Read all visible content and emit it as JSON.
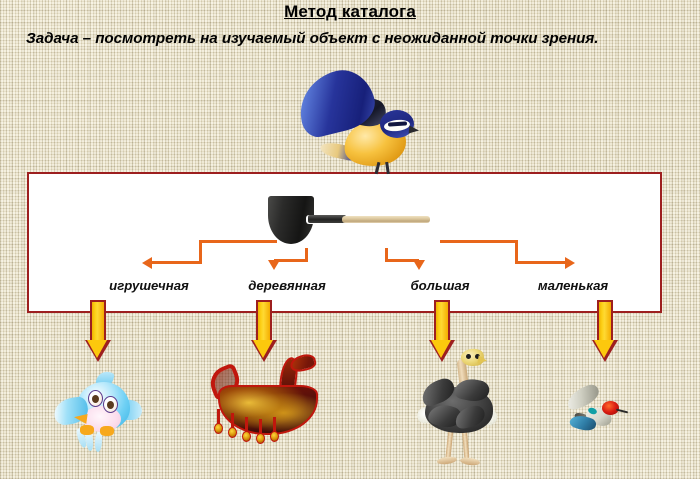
{
  "slide": {
    "title": "Метод каталога",
    "subtitle": "Задача – посмотреть на изучаемый объект с неожиданной точки зрения.",
    "background": "#e6dfc8",
    "panel_border_color": "#9d1f1f",
    "connector_color": "#e8661a",
    "arrow_fill_color": "#fcc80d",
    "arrow_outline_color": "#9d1f1f"
  },
  "central_object": {
    "name": "shovel",
    "label": ""
  },
  "attributes": [
    {
      "label": "игрушечная",
      "result_icon": "toy-bird-icon"
    },
    {
      "label": "деревянная",
      "result_icon": "wooden-swan-bowl-icon"
    },
    {
      "label": "большая",
      "result_icon": "ostrich-icon"
    },
    {
      "label": "маленькая",
      "result_icon": "hummingbird-icon"
    }
  ],
  "decorations": {
    "top_bird": "blue-tit-icon"
  }
}
